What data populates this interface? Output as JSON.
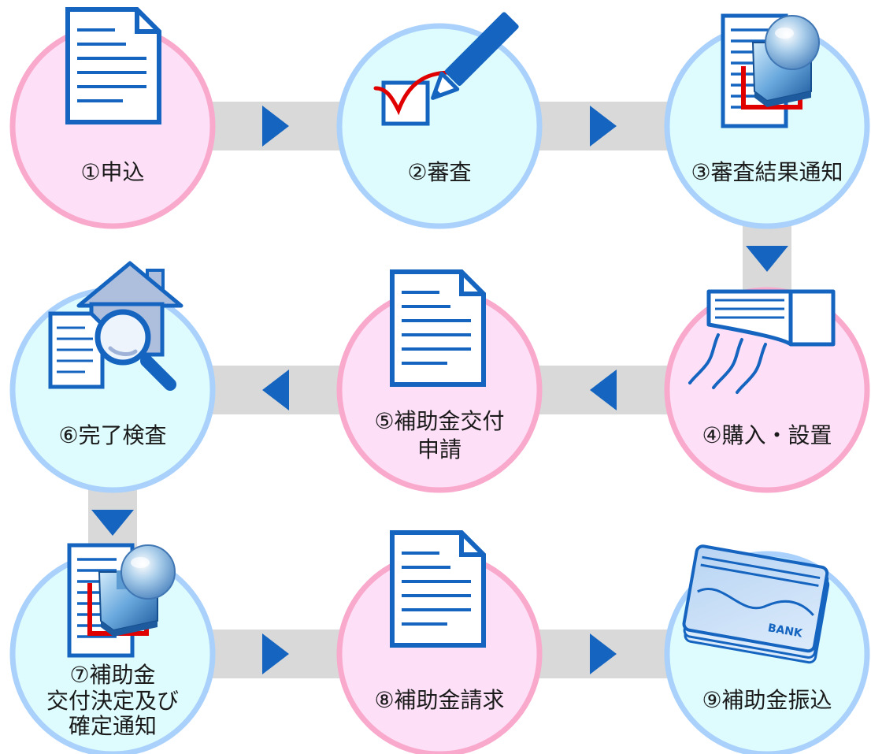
{
  "steps": [
    {
      "number": "①",
      "lines": [
        "申込"
      ],
      "theme": "pink",
      "icon": "document-icon"
    },
    {
      "number": "②",
      "lines": [
        "審査"
      ],
      "theme": "blue",
      "icon": "checkbox-pen-icon"
    },
    {
      "number": "③",
      "lines": [
        "審査結果通知"
      ],
      "theme": "blue",
      "icon": "stamp-document-icon"
    },
    {
      "number": "④",
      "lines": [
        "購入・設置"
      ],
      "theme": "pink",
      "icon": "air-conditioner-icon"
    },
    {
      "number": "⑤",
      "lines": [
        "補助金交付",
        "申請"
      ],
      "theme": "pink",
      "icon": "document-icon"
    },
    {
      "number": "⑥",
      "lines": [
        "完了検査"
      ],
      "theme": "blue",
      "icon": "house-inspection-icon"
    },
    {
      "number": "⑦",
      "lines": [
        "補助金",
        "交付決定及び",
        "確定通知"
      ],
      "theme": "blue",
      "icon": "stamp-document-icon"
    },
    {
      "number": "⑧",
      "lines": [
        "補助金請求"
      ],
      "theme": "pink",
      "icon": "document-icon"
    },
    {
      "number": "⑨",
      "lines": [
        "補助金振込"
      ],
      "theme": "blue",
      "icon": "bankbook-icon"
    }
  ],
  "bank_label": "BANK",
  "colors": {
    "pink_fill": "#FDE0F7",
    "pink_ring": "#F9A9CC",
    "blue_fill": "#DEFCFD",
    "blue_ring": "#A9D1FB",
    "connector": "#D9D9D9",
    "arrow": "#1565C0",
    "icon_line": "#1565C0",
    "check_red": "#E00000"
  }
}
